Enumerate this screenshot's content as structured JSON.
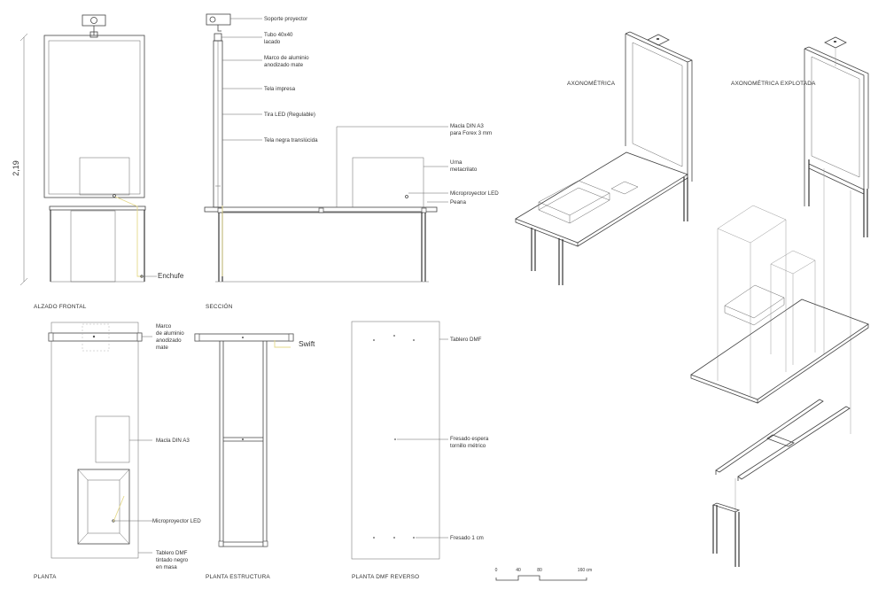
{
  "dimension": {
    "height": "2,19"
  },
  "labels": {
    "soporte_proyector": "Soporte proyector",
    "tubo_1": "Tubo 40x40",
    "tubo_2": "lacado",
    "marco_1": "Marco de aluminio",
    "marco_2": "anodizado mate",
    "tela_impresa": "Tela impresa",
    "tira_led": "Tira LED (Regulable)",
    "tela_negra": "Tela negra translúcida",
    "macla_1": "Macla DIN A3",
    "macla_2": "para Forex 3 mm",
    "urna_1": "Urna",
    "urna_2": "metacrilato",
    "microproyector": "Microproyector LED",
    "peana": "Peana",
    "enchufe": "Enchufe",
    "plan_marco_1": "Marco",
    "plan_marco_2": "de aluminio",
    "plan_marco_3": "anodizado",
    "plan_marco_4": "mate",
    "plan_macla": "Macla DIN A3",
    "plan_micro": "Microproyector LED",
    "tablero_1": "Tablero DMF",
    "tablero_2": "tintado negro",
    "tablero_3": "en masa",
    "swift": "Swift",
    "tablero_dmf": "Tablero DMF",
    "fresado_1": "Fresado espera",
    "fresado_2": "tornillo métrico",
    "fresado_cm": "Fresado 1 cm"
  },
  "titles": {
    "alzado": "ALZADO FRONTAL",
    "seccion": "SECCIÓN",
    "planta": "PLANTA",
    "planta_estructura": "PLANTA ESTRUCTURA",
    "planta_reverso": "PLANTA DMF REVERSO",
    "axo": "AXONOMÉTRICA",
    "axo_exp": "AXONOMÉTRICA EXPLOTADA"
  },
  "scale_bar": {
    "ticks": [
      "0",
      "40",
      "80",
      "160 cm"
    ]
  }
}
